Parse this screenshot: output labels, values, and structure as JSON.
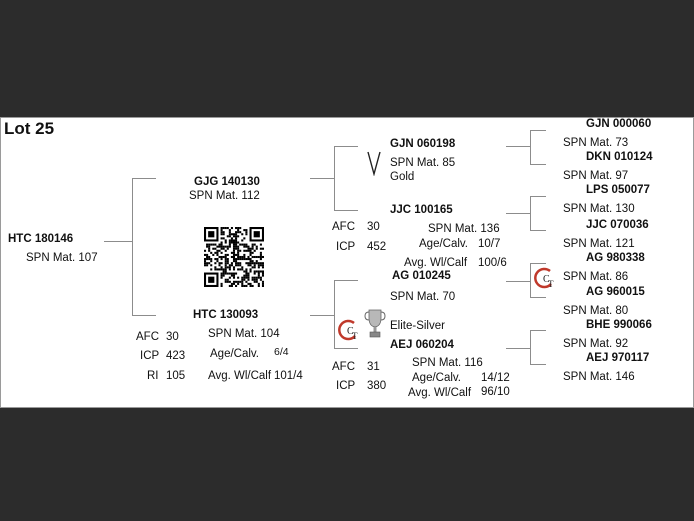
{
  "lot": "Lot 25",
  "subject": {
    "id": "HTC 180146",
    "spn": "SPN Mat. 107"
  },
  "sire": {
    "id": "GJG 140130",
    "spn": "SPN Mat. 112"
  },
  "dam": {
    "id": "HTC 130093",
    "spn": "SPN Mat. 104",
    "stats": {
      "afc_label": "AFC",
      "afc": "30",
      "icp_label": "ICP",
      "icp": "423",
      "ri_label": "RI",
      "ri": "105",
      "age_label": "Age/Calv.",
      "age": "6/4",
      "wt_label": "Avg. Wl/Calf",
      "wt": "101/4"
    }
  },
  "ss": {
    "id": "GJN 060198",
    "spn": "SPN Mat. 85",
    "status": "Gold"
  },
  "sd": {
    "id": "JJC 100165",
    "spn": "SPN Mat. 136",
    "afc_label": "AFC",
    "afc": "30",
    "icp_label": "ICP",
    "icp": "452",
    "age_label": "Age/Calv.",
    "age": "10/7",
    "wt_label": "Avg. Wl/Calf",
    "wt": "100/6"
  },
  "ds": {
    "id": "AG  010245",
    "spn": "SPN Mat. 70",
    "status": "Elite-Silver"
  },
  "dd": {
    "id": "AEJ 060204",
    "spn": "SPN Mat. 116",
    "afc_label": "AFC",
    "afc": "31",
    "icp_label": "ICP",
    "icp": "380",
    "age_label": "Age/Calv.",
    "age": "14/12",
    "wt_label": "Avg. Wl/Calf",
    "wt": "96/10"
  },
  "gen3": [
    {
      "id": "GJN 000060",
      "spn": "SPN Mat. 73"
    },
    {
      "id": "DKN 010124",
      "spn": "SPN Mat. 97"
    },
    {
      "id": "LPS 050077",
      "spn": "SPN Mat. 130"
    },
    {
      "id": "JJC 070036",
      "spn": "SPN Mat. 121"
    },
    {
      "id": "AG  980338",
      "spn": "SPN Mat. 86"
    },
    {
      "id": "AG  960015",
      "spn": "SPN Mat. 80"
    },
    {
      "id": "BHE 990066",
      "spn": "SPN Mat. 92"
    },
    {
      "id": "AEJ 970117",
      "spn": "SPN Mat. 146"
    }
  ],
  "colors": {
    "background": "#2c2c2c",
    "card": "#ffffff",
    "lines": "#8c8c8c",
    "badge_red": "#c0392b"
  },
  "icons": {
    "qr": "qr-code-icon",
    "ct_badge": "ct-logo-icon",
    "trophy": "trophy-icon",
    "v": "v-mark-icon"
  }
}
